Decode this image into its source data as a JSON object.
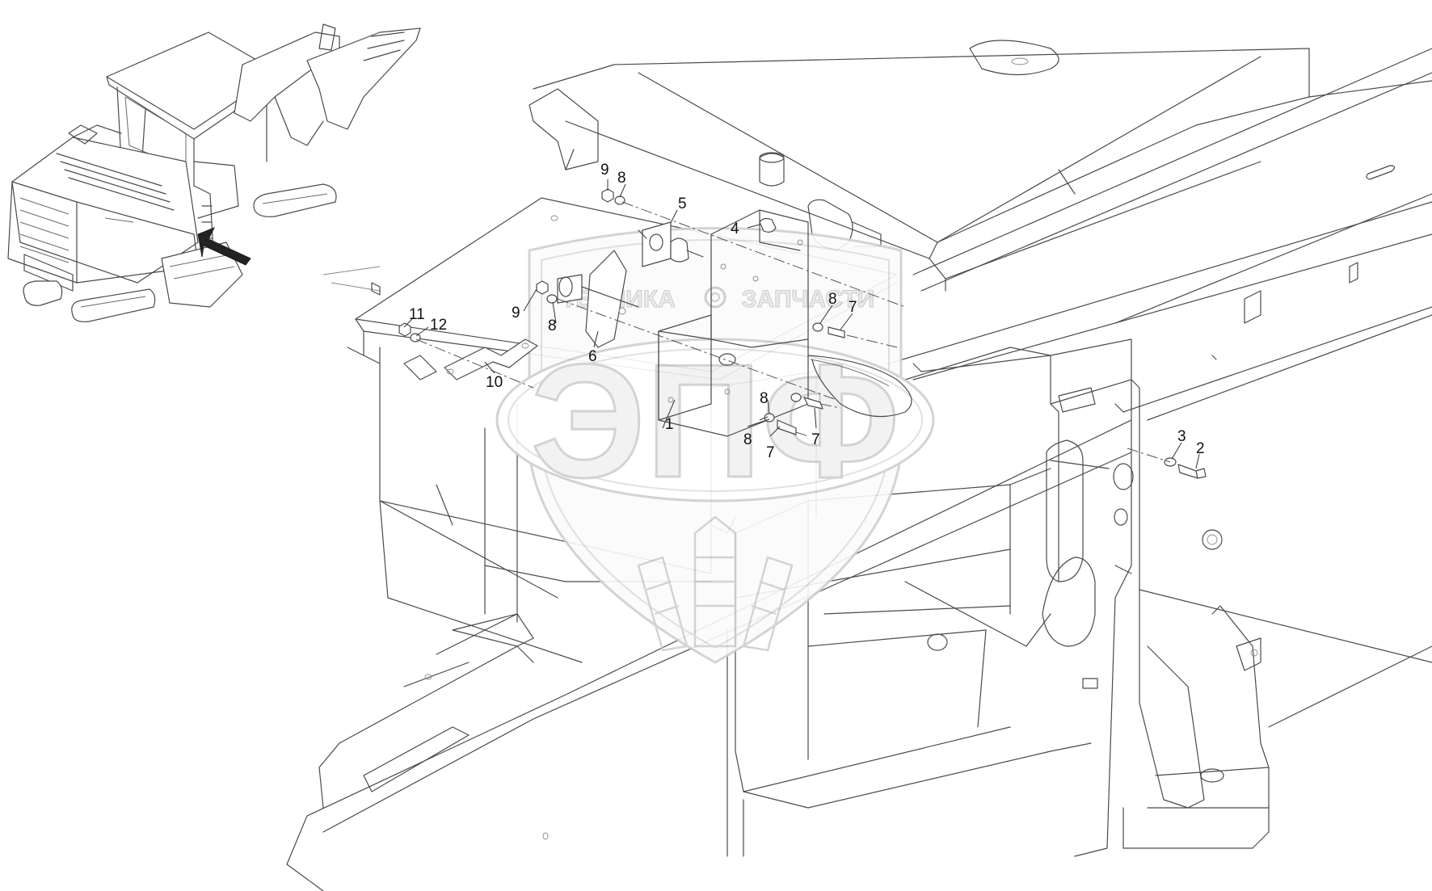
{
  "callouts": [
    {
      "id": "c1",
      "label": "1"
    },
    {
      "id": "c2",
      "label": "2"
    },
    {
      "id": "c3",
      "label": "3"
    },
    {
      "id": "c4",
      "label": "4"
    },
    {
      "id": "c5",
      "label": "5"
    },
    {
      "id": "c6",
      "label": "6"
    },
    {
      "id": "c7a",
      "label": "7"
    },
    {
      "id": "c7b",
      "label": "7"
    },
    {
      "id": "c7c",
      "label": "7"
    },
    {
      "id": "c8a",
      "label": "8"
    },
    {
      "id": "c8b",
      "label": "8"
    },
    {
      "id": "c8c",
      "label": "8"
    },
    {
      "id": "c8d",
      "label": "8"
    },
    {
      "id": "c8e",
      "label": "8"
    },
    {
      "id": "c9a",
      "label": "9"
    },
    {
      "id": "c9b",
      "label": "9"
    },
    {
      "id": "c10",
      "label": "10"
    },
    {
      "id": "c11",
      "label": "11"
    },
    {
      "id": "c12",
      "label": "12"
    }
  ],
  "watermark": {
    "left_word": "ТЕХНИКА",
    "right_word": "ЗАПЧАСТИ",
    "logo_letters": "ЭПФ"
  },
  "colors": {
    "line": "#4a4a4a",
    "watermark_fill": "#f1f1f1",
    "watermark_stroke": "#cfcfcf",
    "arrow": "#222222"
  }
}
